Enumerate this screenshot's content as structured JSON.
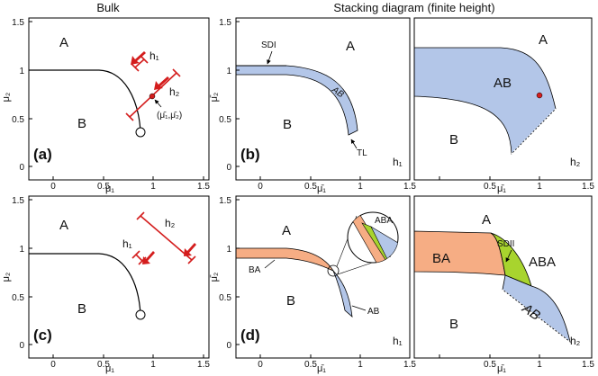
{
  "headers": {
    "bulk": "Bulk",
    "stacking": "Stacking diagram (finite height)"
  },
  "colors": {
    "ab_fill": "#b3c6e8",
    "ba_fill": "#f6ad84",
    "aba_fill": "#a8d42e",
    "red": "#d41d1d"
  },
  "axes": {
    "mu1": "μ₁",
    "mu2": "μ₂",
    "mubar1": "μ̄₁",
    "mubar2": "μ̄₂",
    "xticks": [
      "0",
      "0.5",
      "1",
      "1.5"
    ],
    "yticks": [
      "0",
      "0.5",
      "1",
      "1.5"
    ]
  },
  "panel_a": {
    "tag": "(a)",
    "A": "A",
    "B": "B",
    "h1": "h₁",
    "h2": "h₂",
    "point": "(μ̄₁,μ̄₂)"
  },
  "panel_b": {
    "tag": "(b)",
    "A": "A",
    "B": "B",
    "AB": "AB",
    "SDI": "SDI",
    "TL": "TL",
    "h": "h₁"
  },
  "panel_b2": {
    "A": "A",
    "B": "B",
    "AB": "AB",
    "h": "h₂"
  },
  "panel_c": {
    "tag": "(c)",
    "A": "A",
    "B": "B",
    "h1": "h₁",
    "h2": "h₂"
  },
  "panel_d": {
    "tag": "(d)",
    "A": "A",
    "B": "B",
    "BA": "BA",
    "AB": "AB",
    "ABA": "ABA",
    "h": "h₁"
  },
  "panel_d2": {
    "A": "A",
    "B": "B",
    "BA": "BA",
    "ABA": "ABA",
    "AB": "AB",
    "SDII": "SDII",
    "h": "h₂"
  }
}
